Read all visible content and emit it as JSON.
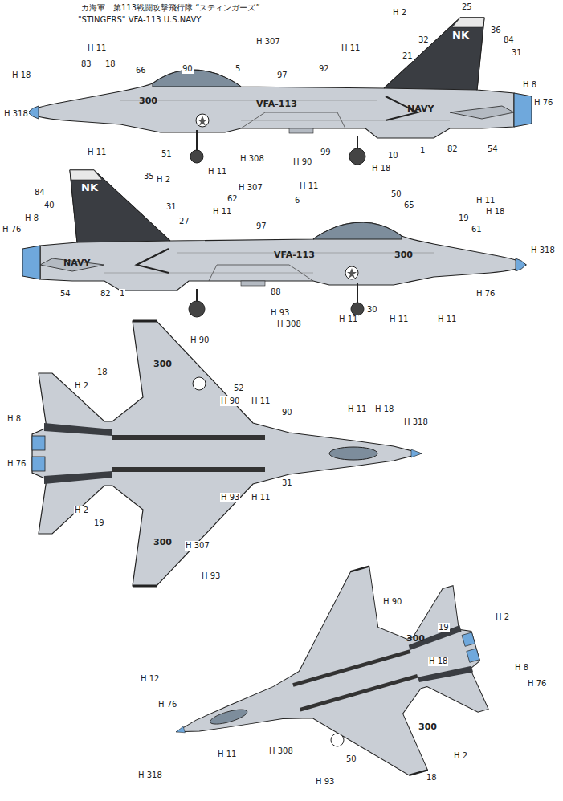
{
  "diagram": {
    "title": "カ海軍　第113戦闘攻撃飛行隊 “スティンガーズ”",
    "labels": [
      "\"STINGERS\" VFA-113 U.S.NAVY",
      "H 318",
      "H 18",
      "H 11",
      "83",
      "18",
      "66",
      "90",
      "5",
      "H 307",
      "97",
      "H 11",
      "92",
      "H 2",
      "25",
      "36",
      "84",
      "31",
      "32",
      "21",
      "H 8",
      "H 76",
      "300",
      "VFA-113",
      "NAVY",
      "NK",
      "H 11",
      "51",
      "H 11",
      "H 308",
      "H 90",
      "99",
      "H 18",
      "10",
      "1",
      "82",
      "54",
      "H 2",
      "35",
      "84",
      "40",
      "H 8",
      "H 76",
      "31",
      "27",
      "NK",
      "H 11",
      "62",
      "H 307",
      "97",
      "6",
      "H 11",
      "VFA-113",
      "50",
      "65",
      "H 11",
      "H 18",
      "19",
      "61",
      "H 318",
      "300",
      "NAVY",
      "H 76",
      "88",
      "1",
      "82",
      "54",
      "30",
      "H 93",
      "H 308",
      "H 11",
      "H 11",
      "H 11",
      "H 90",
      "18",
      "52",
      "H 2",
      "300",
      "H 8",
      "H 76",
      "H 90",
      "H 11",
      "90",
      "H 11",
      "H 18",
      "H 318",
      "H 93",
      "H 11",
      "31",
      "H 2",
      "19",
      "300",
      "H 307",
      "H 93",
      "H 90",
      "19",
      "H 2",
      "H 18",
      "H 8",
      "H 76",
      "H 12",
      "H 76",
      "H 318",
      "H 11",
      "H 308",
      "50",
      "H 2",
      "18",
      "H 93",
      "300",
      "300"
    ]
  }
}
